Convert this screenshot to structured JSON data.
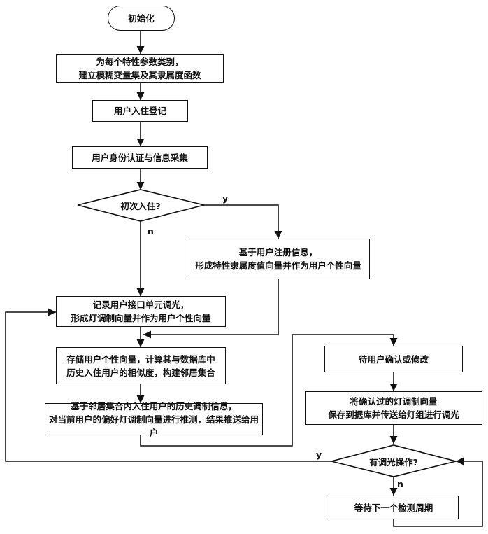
{
  "nodes": {
    "start": "初始化",
    "fuzzy_sets": [
      "为每个特性参数类别，",
      "建立模糊变量集及其隶属度函数"
    ],
    "checkin": "用户入住登记",
    "auth": "用户身份认证与信息采集",
    "first_stay": "初次入住?",
    "registration_vector": [
      "基于用户注册信息，",
      "形成特性隶属度值向量并作为用户个性向量"
    ],
    "record_dimming": [
      "记录用户接口单元调光，",
      "形成灯调制向量并作为用户个性向量"
    ],
    "store_similarity": [
      "存储用户个性向量，计算其与数据库中",
      "历史入住用户的相似度，构建邻居集合"
    ],
    "predict": [
      "基于邻居集合内入住用户的历史调制信息，",
      "对当前用户的偏好灯调制向量进行推测，结果推送给用户"
    ],
    "await_confirm": "待用户确认或修改",
    "save_send": [
      "将确认过的灯调制向量",
      "保存到据库并传送给灯组进行调光"
    ],
    "dimming_op": "有调光操作?",
    "wait_cycle": "等待下一个检测周期"
  },
  "edge_labels": {
    "first_yes": "y",
    "first_no": "n",
    "dim_yes": "y",
    "dim_no": "n"
  }
}
